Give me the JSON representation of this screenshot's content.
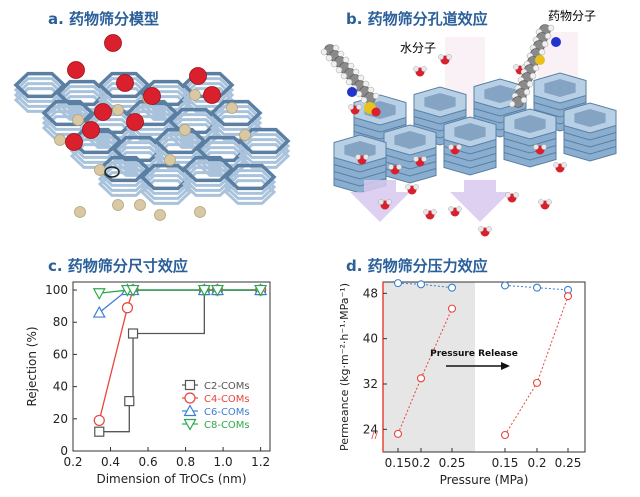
{
  "panels": {
    "a": {
      "title": "a. 药物筛分模型"
    },
    "b": {
      "title": "b. 药物筛分孔道效应",
      "label_water": "水分子",
      "label_drug": "药物分子"
    },
    "c": {
      "title": "c. 药物筛分尺寸效应"
    },
    "d": {
      "title": "d. 药物筛分压力效应"
    }
  },
  "colors": {
    "title": "#2a5f99",
    "framework": "#5a7fa3",
    "framework_light": "#aac3dc",
    "oxygen": "#d9202c",
    "hydrogen": "#e8e8e8",
    "drug_sphere": "#d8c9a4",
    "c2": "#555555",
    "c4": "#e8453c",
    "c6": "#3b7fd4",
    "c8": "#2ea84a",
    "shade_left": "#e6e6e6",
    "arrow": "#d8c8ef"
  },
  "chart_data": [
    {
      "type": "line",
      "panel": "c",
      "xlabel": "Dimension of TrOCs (nm)",
      "ylabel": "Rejection (%)",
      "xlim": [
        0.2,
        1.25
      ],
      "ylim": [
        0,
        105
      ],
      "xticks": [
        "0.2",
        "0.4",
        "0.6",
        "0.8",
        "1.0",
        "1.2"
      ],
      "yticks": [
        "0",
        "20",
        "40",
        "60",
        "80",
        "100"
      ],
      "legend_position": "lower-right",
      "series": [
        {
          "name": "C2-COMs",
          "color": "#555555",
          "marker": "square",
          "step": true,
          "x": [
            0.34,
            0.5,
            0.52,
            0.9,
            0.97,
            1.2
          ],
          "y": [
            12,
            31,
            73,
            100,
            100,
            100
          ]
        },
        {
          "name": "C4-COMs",
          "color": "#e8453c",
          "marker": "circle",
          "step": false,
          "x": [
            0.34,
            0.49,
            0.52,
            0.9,
            0.97,
            1.2
          ],
          "y": [
            19,
            89,
            100,
            100,
            100,
            100
          ]
        },
        {
          "name": "C6-COMs",
          "color": "#3b7fd4",
          "marker": "triangle-up",
          "step": false,
          "x": [
            0.34,
            0.49,
            0.52,
            0.9,
            0.97,
            1.2
          ],
          "y": [
            86,
            100,
            100,
            100,
            100,
            100
          ]
        },
        {
          "name": "C8-COMs",
          "color": "#2ea84a",
          "marker": "triangle-down",
          "step": false,
          "x": [
            0.34,
            0.49,
            0.52,
            0.9,
            0.97,
            1.2
          ],
          "y": [
            98,
            100,
            100,
            100,
            100,
            100
          ]
        }
      ]
    },
    {
      "type": "scatter",
      "panel": "d",
      "xlabel": "Pressure (MPa)",
      "ylabel": "Permeance (kg·m⁻²·h⁻¹·MPa⁻¹)",
      "ylim": [
        20,
        50
      ],
      "yticks": [
        "24",
        "32",
        "40",
        "48"
      ],
      "xticks": [
        "0.15",
        "0.2",
        "0.25",
        "0.15",
        "0.2",
        "0.25"
      ],
      "annotation": "Pressure Release",
      "segments": [
        {
          "x": [
            0.15,
            0.2,
            0.25
          ],
          "blue": [
            49.8,
            49.6,
            49.0
          ],
          "red": [
            23.2,
            33.0,
            45.3
          ]
        },
        {
          "x": [
            0.15,
            0.2,
            0.25
          ],
          "blue": [
            49.4,
            49.0,
            48.6
          ],
          "red": [
            23.0,
            32.2,
            47.5
          ]
        }
      ]
    }
  ]
}
